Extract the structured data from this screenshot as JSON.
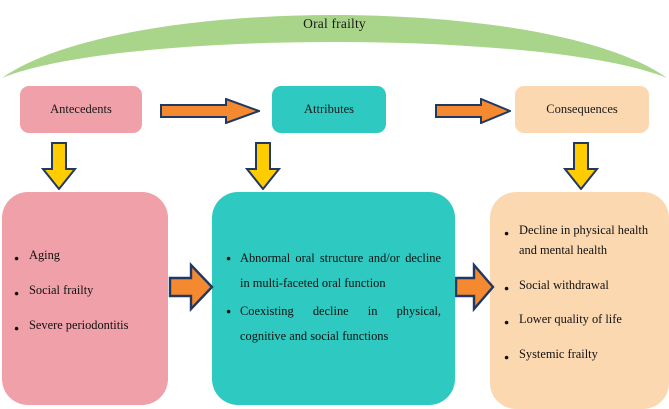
{
  "figure": {
    "umbrella": {
      "label": "Oral frailty",
      "color": "#a8d589"
    },
    "stage_chips": [
      {
        "key": "antecedents",
        "label": "Antecedents",
        "color": "#f0a0a8"
      },
      {
        "key": "attributes",
        "label": "Attributes",
        "color": "#2ec9c0"
      },
      {
        "key": "consequences",
        "label": "Consequences",
        "color": "#fbd8b0"
      }
    ],
    "down_arrows": [
      {
        "key": "down-arrow-antecedents",
        "color": "#ffcc00",
        "outline": "#1f3864"
      },
      {
        "key": "down-arrow-attributes",
        "color": "#ffcc00",
        "outline": "#1f3864"
      },
      {
        "key": "down-arrow-consequences",
        "color": "#ffcc00",
        "outline": "#1f3864"
      }
    ],
    "chip_arrows": [
      {
        "key": "chip-arrow-1",
        "color": "#f5892f",
        "outline": "#1f3864"
      },
      {
        "key": "chip-arrow-2",
        "color": "#f5892f",
        "outline": "#1f3864"
      }
    ],
    "panel_arrows": [
      {
        "key": "panel-arrow-1",
        "color": "#f5892f",
        "outline": "#1f3864"
      },
      {
        "key": "panel-arrow-2",
        "color": "#f5892f",
        "outline": "#1f3864"
      }
    ],
    "panels": [
      {
        "key": "antecedents",
        "color": "#f0a0a8",
        "items": [
          "Aging",
          "Social frailty",
          "Severe periodontitis"
        ]
      },
      {
        "key": "attributes",
        "color": "#2ec9c0",
        "items": [
          "Abnormal oral structure and/or decline in multi-faceted oral function",
          "Coexisting decline in physical, cognitive and social functions"
        ]
      },
      {
        "key": "consequences",
        "color": "#fbd8b0",
        "items": [
          "Decline in physical health and mental health",
          "Social withdrawal",
          "Lower quality of life",
          "Systemic frailty"
        ]
      }
    ]
  }
}
